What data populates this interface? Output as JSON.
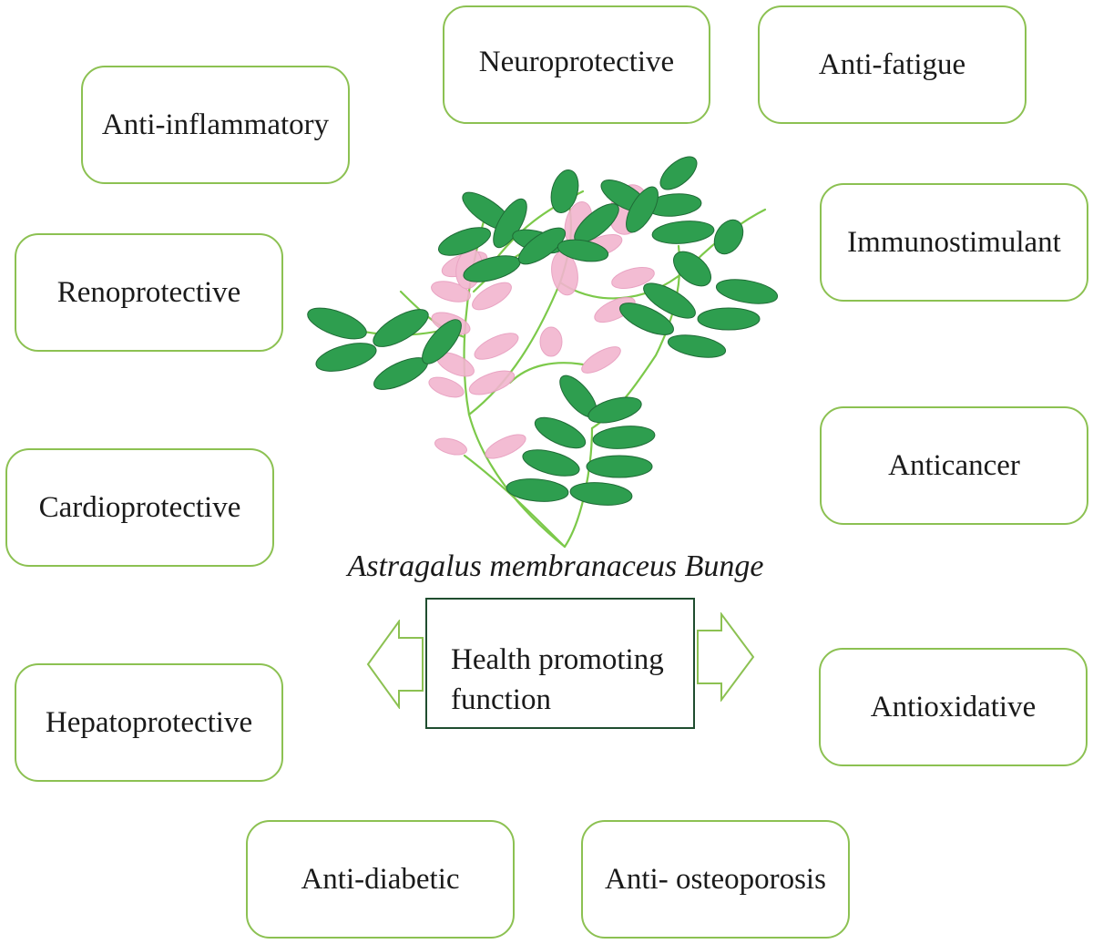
{
  "functions": {
    "neuroprotective": "Neuroprotective",
    "anti_fatigue": "Anti-fatigue",
    "anti_inflammatory": "Anti-inflammatory",
    "immunostimulant": "Immunostimulant",
    "renoprotective": "Renoprotective",
    "anticancer": "Anticancer",
    "cardioprotective": "Cardioprotective",
    "antioxidative": "Antioxidative",
    "hepatoprotective": "Hepatoprotective",
    "anti_diabetic": "Anti-diabetic",
    "anti_osteoporosis": "Anti- osteoporosis"
  },
  "plant": {
    "species_name": "Astragalus membranaceus Bunge"
  },
  "center": {
    "line1": "Health promoting",
    "line2": "function"
  },
  "colors": {
    "box_border": "#8cc152",
    "leaf": "#2e9e4f",
    "flower": "#f2b5cf",
    "stem": "#7cc94a",
    "center_border": "#1f4d2f"
  }
}
